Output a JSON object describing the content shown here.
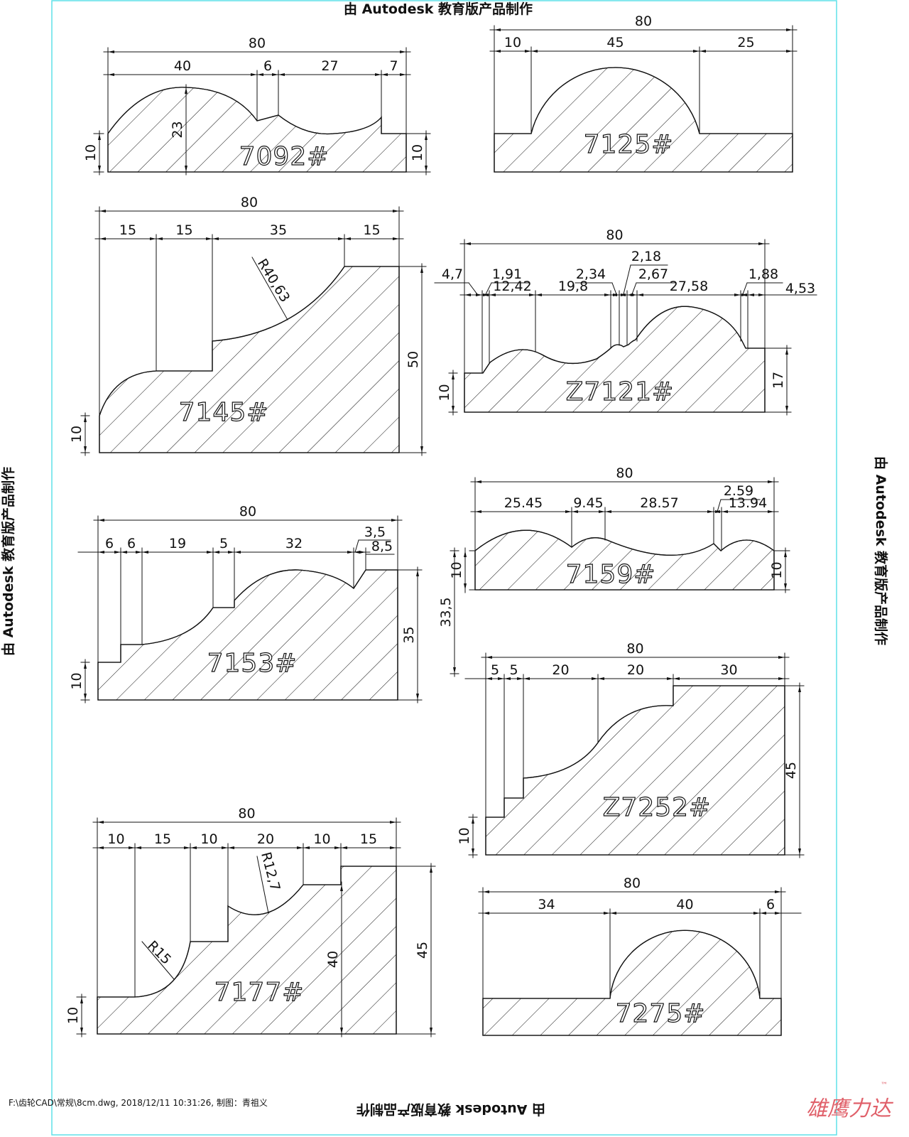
{
  "watermark": "由 Autodesk 教育版产品制作",
  "footer": {
    "file_info": "F:\\齿轮CAD\\常规\\8cm.dwg, 2018/12/11 10:31:26, 制图：青祖义",
    "logo": "雄鹰力达",
    "trademark": "™"
  },
  "profiles": {
    "p7092": {
      "label": "7092#",
      "overall": "80",
      "segments": [
        "40",
        "6",
        "27",
        "7"
      ],
      "height": "23",
      "base_left": "10",
      "base_right": "10"
    },
    "p7125": {
      "label": "7125#",
      "overall": "80",
      "segments": [
        "10",
        "45",
        "25"
      ]
    },
    "p7145": {
      "label": "7145#",
      "overall": "80",
      "segments": [
        "15",
        "15",
        "35",
        "15"
      ],
      "height": "50",
      "base": "10",
      "radius": "R40,63"
    },
    "pZ7121": {
      "label": "Z7121#",
      "overall": "80",
      "upper": [
        "4,7",
        "1,91",
        "2,34",
        "2,18",
        "2,67",
        "1,88",
        "4,53"
      ],
      "lower": [
        "12,42",
        "19,8",
        "27,58"
      ],
      "height": "17",
      "base": "10"
    },
    "p7153": {
      "label": "7153#",
      "overall": "80",
      "segments": [
        "6",
        "6",
        "19",
        "5",
        "32"
      ],
      "small": [
        "3,5",
        "8,5"
      ],
      "height": "35",
      "base": "10"
    },
    "p7159": {
      "label": "7159#",
      "overall": "80",
      "segments": [
        "25.45",
        "9.45",
        "28.57"
      ],
      "small": [
        "2.59",
        "13.94"
      ],
      "base_left": "10",
      "base_right": "10",
      "spacing": "33,5"
    },
    "pZ7252": {
      "label": "Z7252#",
      "overall": "80",
      "segments": [
        "5",
        "5",
        "20",
        "20",
        "30"
      ],
      "height": "45",
      "base": "10"
    },
    "p7177": {
      "label": "7177#",
      "overall": "80",
      "segments": [
        "10",
        "15",
        "10",
        "20",
        "10",
        "15"
      ],
      "inner_height": "40",
      "height": "45",
      "base": "10",
      "radius_large": "R15",
      "radius_small": "R12,7"
    },
    "p7275": {
      "label": "7275#",
      "overall": "80",
      "segments": [
        "34",
        "40",
        "6"
      ]
    }
  }
}
